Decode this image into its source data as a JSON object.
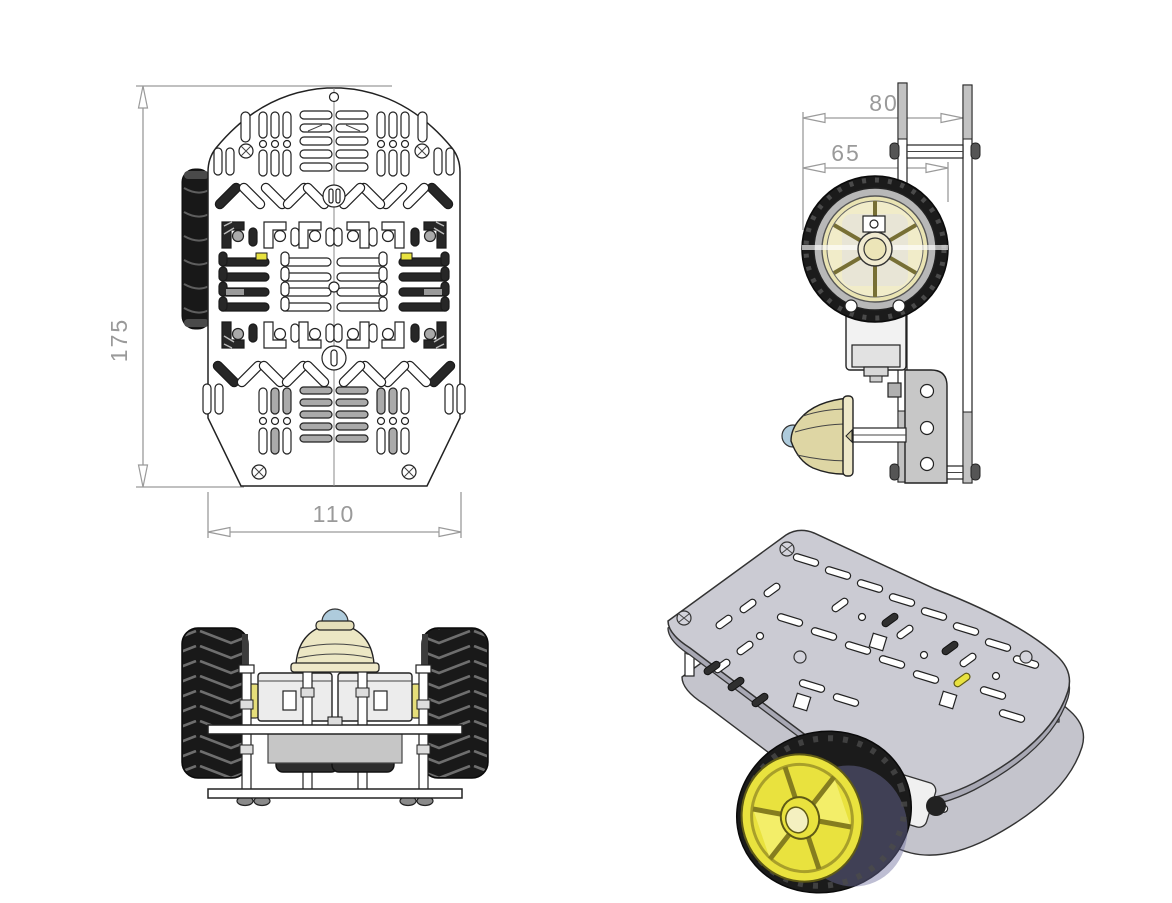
{
  "drawing": {
    "type": "multi-view engineering drawing of two-wheel robot chassis",
    "views": {
      "top": {
        "dim_length_label": "175",
        "dim_width_label": "110"
      },
      "side": {
        "dim_overall_label": "80",
        "dim_wheel_label": "65"
      }
    },
    "colors": {
      "background": "#ffffff",
      "outline": "#222222",
      "dimension": "#9a9a9a",
      "plate_iso": "#cbcbd3",
      "plate_iso_edge": "#a8a8b4",
      "tire": "#1b1b1b",
      "tire_sheen": "#6f6f9e",
      "hub_bright": "#e9e23e",
      "hub_pale": "#f1ecc9",
      "rim_silver": "#b8b8b8",
      "caster_body": "#ded6a4",
      "caster_flange": "#eee8c8",
      "caster_ball": "#aecbdc",
      "motor": "#f2f2f2",
      "bracket": "#c7c7c7",
      "battery": "#2d2d2d",
      "slot_highlight_yellow": "#e8e240"
    }
  }
}
